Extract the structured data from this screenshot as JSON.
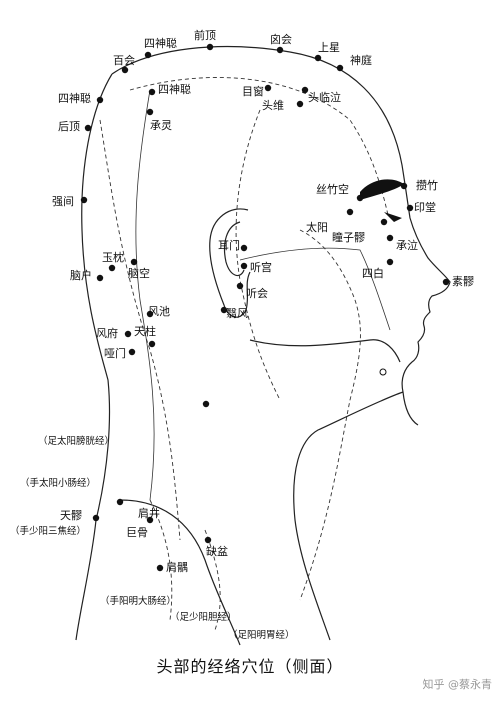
{
  "caption": "头部的经络穴位（侧面）",
  "watermark": "知乎 @蔡永青",
  "points": {
    "sishencong_top": "四神聪",
    "qianding": "前顶",
    "xinhui": "囟会",
    "baihui": "百会",
    "shangxing": "上星",
    "shenting": "神庭",
    "sishencong_left": "四神聪",
    "sishencong_inner": "四神聪",
    "muchuang": "目窗",
    "toulinqi": "头临泣",
    "houding": "后顶",
    "chengling": "承灵",
    "touwei": "头维",
    "qiangjian": "强间",
    "sizhukong": "丝竹空",
    "cuanzhu": "攒竹",
    "yintang": "印堂",
    "taiyang": "太阳",
    "tongziliao": "瞳子髎",
    "chengqi": "承泣",
    "ermen": "耳门",
    "yuzhen": "玉枕",
    "naohu": "脑户",
    "naokong": "脑空",
    "tinggong": "听宫",
    "sibai": "四白",
    "suliao": "素髎",
    "tinghui": "听会",
    "fengchi": "风池",
    "yifeng": "翳风",
    "fengfu": "风府",
    "tianzhu": "天柱",
    "yamen": "哑门",
    "tianliao": "天髎",
    "jianjing": "肩井",
    "jugu": "巨骨",
    "queque": "缺盆",
    "jianyu": "肩髃"
  },
  "meridians": {
    "bladder": "（足太阳膀胱经）",
    "small_intestine": "（手太阳小肠经）",
    "sanjiao": "（手少阳三焦经）",
    "large_intestine": "（手阳明大肠经）",
    "gallbladder": "（足少阳胆经）",
    "stomach": "（足阳明胃经）"
  }
}
